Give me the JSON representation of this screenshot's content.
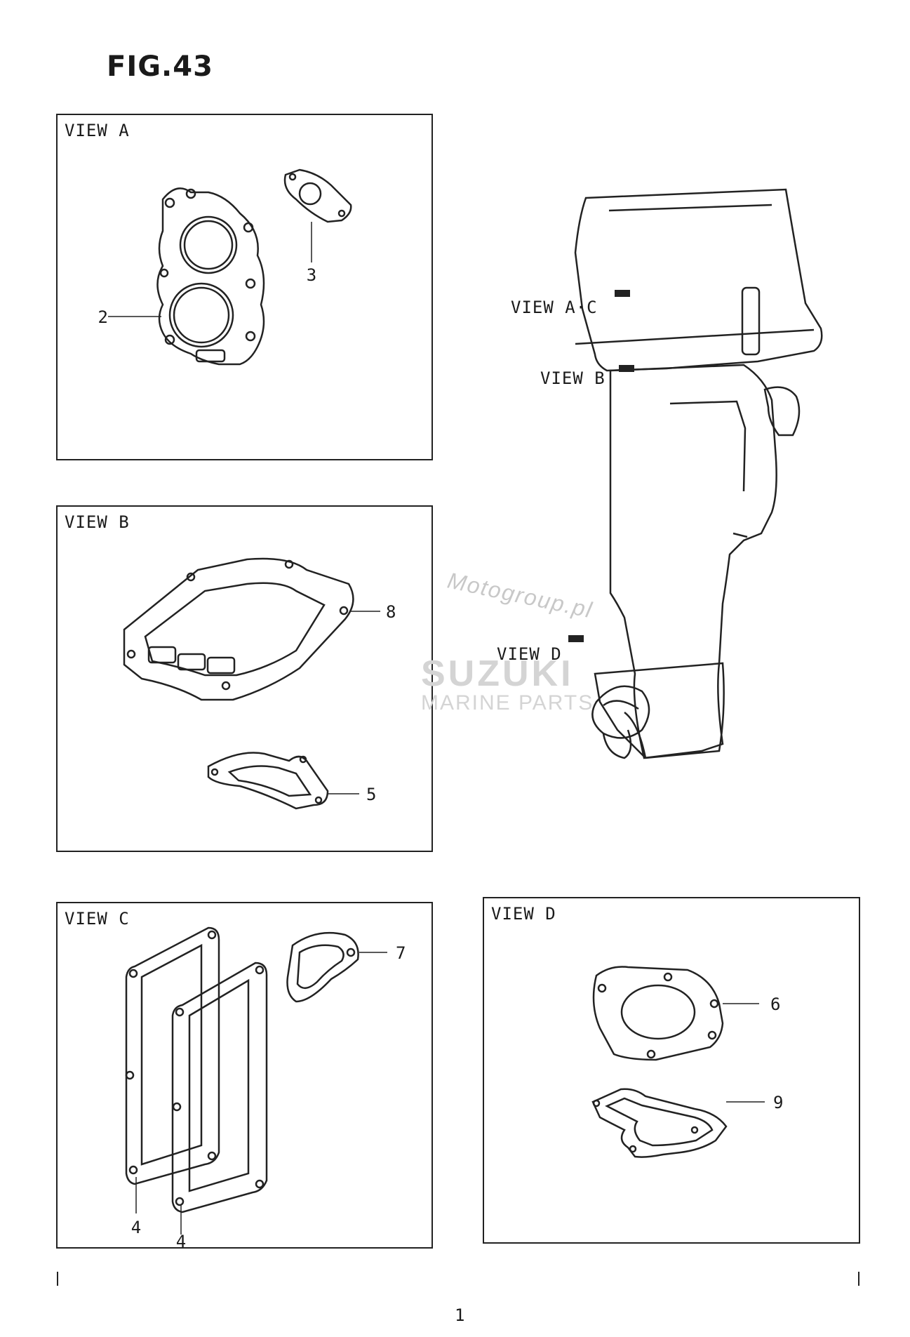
{
  "figure": {
    "title": "FIG.43"
  },
  "views": {
    "a": {
      "label": "VIEW A",
      "callouts": [
        "2",
        "3"
      ]
    },
    "b": {
      "label": "VIEW B",
      "callouts": [
        "8",
        "5"
      ]
    },
    "c": {
      "label": "VIEW C",
      "callouts": [
        "7",
        "4",
        "4"
      ]
    },
    "d": {
      "label": "VIEW D",
      "callouts": [
        "6",
        "9"
      ]
    }
  },
  "engine": {
    "labels": {
      "view_ac": "VIEW A·C",
      "view_b": "VIEW B",
      "view_d": "VIEW D"
    }
  },
  "watermark": {
    "site": "Motogroup.pl",
    "brand": "SUZUKI",
    "sub": "MARINE PARTS"
  },
  "assembly": {
    "callout": "1"
  }
}
